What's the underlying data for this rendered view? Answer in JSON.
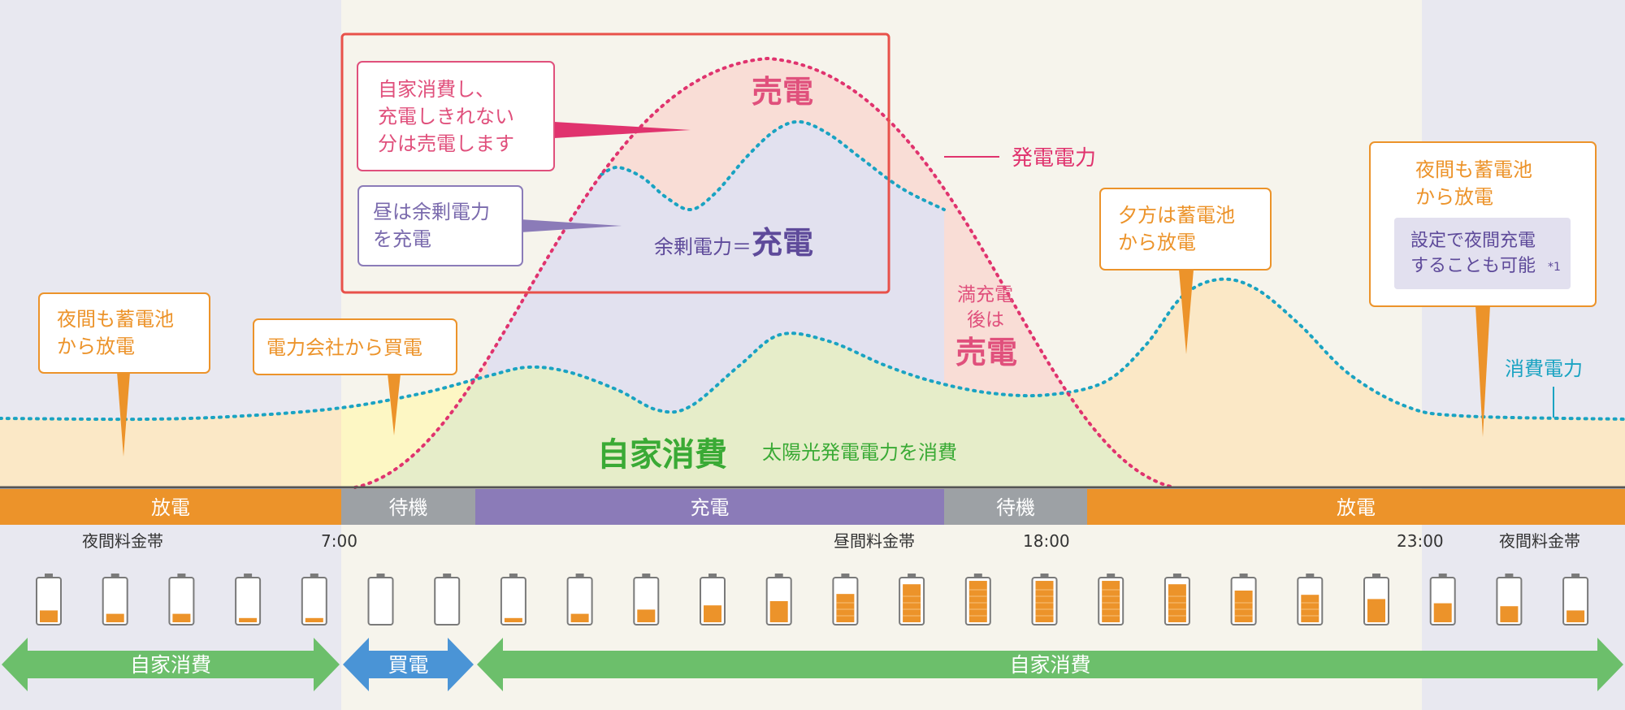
{
  "colors": {
    "night_bg": "#e8e8f0",
    "day_bg": "#f6f4ec",
    "discharge_fill": "#fbe8c6",
    "buy_fill": "#fdf7c4",
    "self_fill": "#e6edc9",
    "charge_fill": "#e2e1ef",
    "sell_fill": "#f9ddd6",
    "generation_line": "#e0336e",
    "consumption_line": "#1aa3c2",
    "orange": "#ec932a",
    "gray": "#9da1a5",
    "purple": "#8b7bb8",
    "green": "#6cbf6b",
    "blue": "#4a94d6",
    "highlight_box": "#e8514a",
    "pink_text": "#e0507c",
    "green_text": "#3aaa35"
  },
  "callouts": {
    "sell_note": "自家消費し、\n充電しきれない\n分は売電します",
    "charge_note": "昼は余剰電力\nを充電",
    "night_left": "夜間も蓄電池\nから放電",
    "buy": "電力会社から買電",
    "evening": "夕方は蓄電池\nから放電",
    "night_right": "夜間も蓄電池\nから放電",
    "night_right_setting": "設定で夜間充電\nすることも可能",
    "night_right_note_mark": "*1"
  },
  "labels": {
    "sell_big": "売電",
    "surplus_prefix": "余剰電力＝",
    "surplus_big": "充電",
    "full_charge_line1": "満充電",
    "full_charge_line2": "後は",
    "full_charge_big": "売電",
    "self_big": "自家消費",
    "self_sub": "太陽光発電電力を消費",
    "generation": "発電電力",
    "consumption": "消費電力"
  },
  "modes": [
    {
      "label": "放電",
      "color": "orange"
    },
    {
      "label": "待機",
      "color": "gray"
    },
    {
      "label": "充電",
      "color": "purple"
    },
    {
      "label": "待機",
      "color": "gray"
    },
    {
      "label": "放電",
      "color": "orange"
    }
  ],
  "times": {
    "night_rate_left": "夜間料金帯",
    "t700": "7:00",
    "day_rate": "昼間料金帯",
    "t1800": "18:00",
    "t2300": "23:00",
    "night_rate_right": "夜間料金帯"
  },
  "battery_levels": [
    0.28,
    0.2,
    0.2,
    0.1,
    0.1,
    0,
    0,
    0.1,
    0.2,
    0.3,
    0.4,
    0.5,
    0.67,
    0.9,
    0.98,
    0.98,
    0.98,
    0.9,
    0.75,
    0.65,
    0.55,
    0.45,
    0.38,
    0.28
  ],
  "bottom_arrows": [
    {
      "label": "自家消費",
      "color": "green"
    },
    {
      "label": "買電",
      "color": "blue"
    },
    {
      "label": "自家消費",
      "color": "green"
    }
  ]
}
